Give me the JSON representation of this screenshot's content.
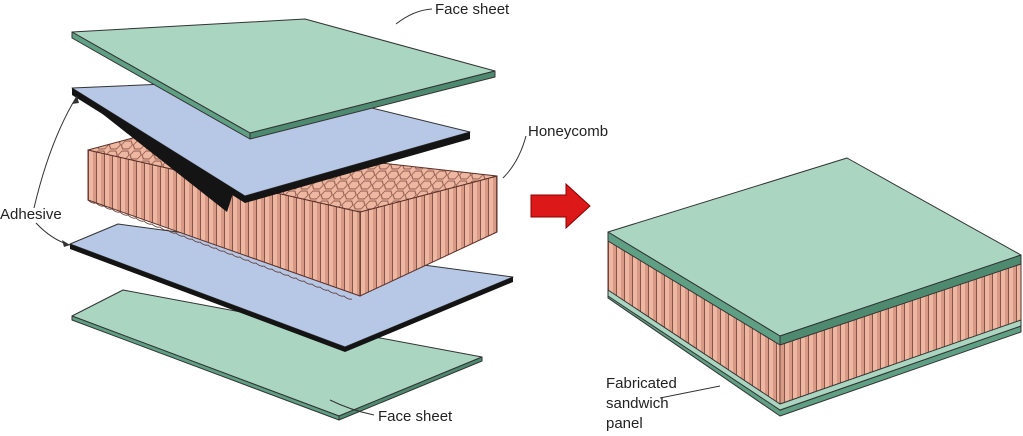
{
  "labels": {
    "face_sheet_top": "Face sheet",
    "face_sheet_bottom": "Face sheet",
    "honeycomb": "Honeycomb",
    "adhesive": "Adhesive",
    "panel_line1": "Fabricated",
    "panel_line2": "sandwich",
    "panel_line3": "panel"
  },
  "colors": {
    "face_sheet_top": "#a9d5c1",
    "face_sheet_edge": "#5f9f84",
    "adhesive_top": "#b7c7e6",
    "adhesive_edge": "#141414",
    "honeycomb_cell": "#eeb7a2",
    "honeycomb_shade": "#d89985",
    "arrow": "#dd1818"
  },
  "icons": {
    "process_arrow": "right-arrow-icon"
  }
}
